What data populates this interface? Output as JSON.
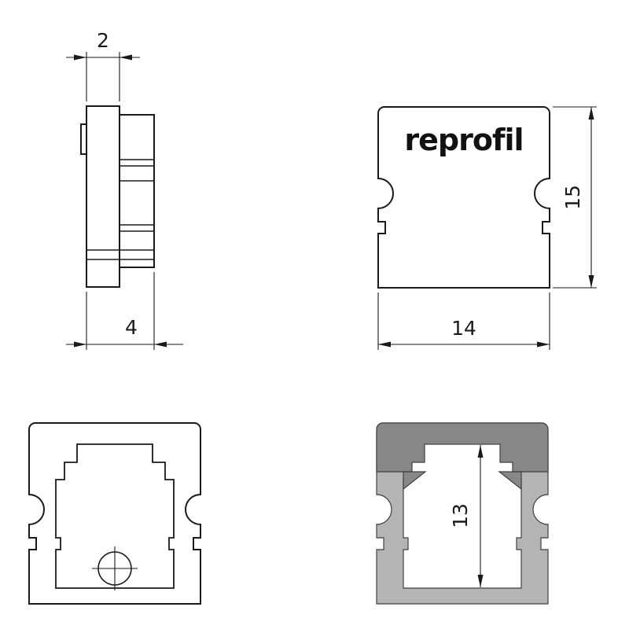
{
  "drawing": {
    "brand_logo": "reprofil",
    "colors": {
      "line": "#1a1a1a",
      "body_fill": "#b4b4b4",
      "clamp_fill": "#878787",
      "background": "#ffffff"
    },
    "dimensions": {
      "flange_thickness": "2",
      "total_depth": "4",
      "profile_height": "15",
      "profile_width": "14",
      "inner_height": "13"
    }
  }
}
